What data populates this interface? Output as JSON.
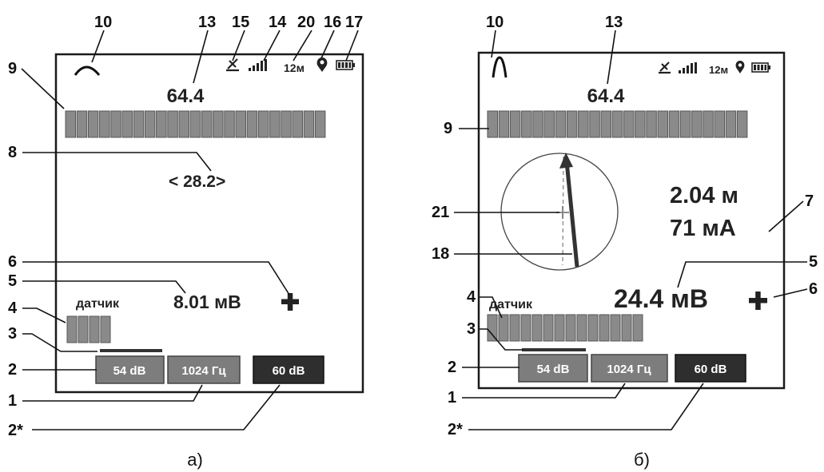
{
  "panel_a": {
    "caption": "а)",
    "numbers": {
      "n10": "10",
      "n13": "13",
      "n15": "15",
      "n14": "14",
      "n20": "20",
      "n16": "16",
      "n17": "17",
      "n9": "9",
      "n8": "8",
      "n6": "6",
      "n5": "5",
      "n4": "4",
      "n3": "3",
      "n2": "2",
      "n1": "1",
      "n2s": "2*"
    },
    "screen": {
      "distance": "12м",
      "signal_value": "64.4",
      "delta_value": "< 28.2>",
      "voltage": "8.01 мВ",
      "sign": "+",
      "sensor_label": "датчик",
      "btn_gain": "54 dB",
      "btn_freq": "1024 Гц",
      "btn_gain2": "60 dB",
      "bar_segments": 23,
      "sensor_segments": 4
    }
  },
  "panel_b": {
    "caption": "б)",
    "numbers": {
      "n10": "10",
      "n13": "13",
      "n9": "9",
      "n7": "7",
      "n21": "21",
      "n18": "18",
      "n5": "5",
      "n6": "6",
      "n4": "4",
      "n3": "3",
      "n2": "2",
      "n1": "1",
      "n2s": "2*"
    },
    "screen": {
      "distance": "12м",
      "signal_value": "64.4",
      "depth": "2.04 м",
      "current": "71 мА",
      "voltage": "24.4 мВ",
      "sign": "+",
      "sensor_label": "датчик",
      "btn_gain": "54 dB",
      "btn_freq": "1024 Гц",
      "btn_gain2": "60 dB",
      "bar_segments": 23,
      "sensor_segments": 14
    }
  },
  "colors": {
    "segment": "#8a8a8a",
    "segment_border": "#555555",
    "btn_light": "#7d7d7d",
    "btn_dark": "#2e2e2e",
    "frame": "#1a1a1a"
  }
}
